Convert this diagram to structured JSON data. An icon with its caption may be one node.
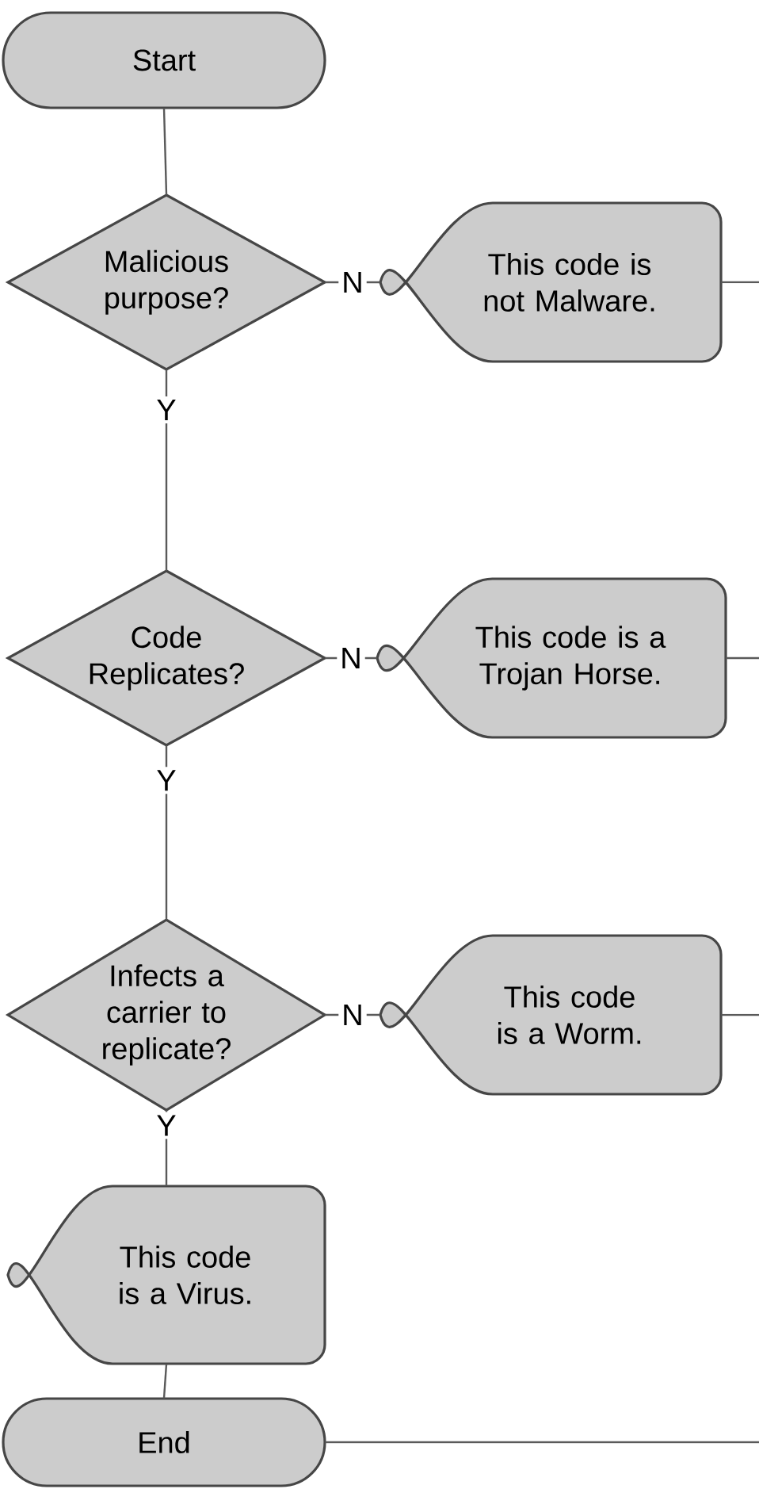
{
  "diagram": {
    "nodes": [
      {
        "text": [
          "Start"
        ]
      },
      {
        "text": [
          "Malicious purpose?"
        ]
      },
      {
        "text": [
          "This code is not Malware."
        ]
      },
      {
        "text": [
          "Code Replicates?"
        ]
      },
      {
        "text": [
          "This code is a Trojan Horse."
        ]
      },
      {
        "text": [
          "Infects a carrier to replicate?"
        ]
      },
      {
        "text": [
          "This code is a Worm."
        ]
      },
      {
        "text": [
          "This code is a Virus."
        ]
      },
      {
        "text": [
          "End"
        ]
      }
    ],
    "edges": [
      {
        "from": 0,
        "to": 1,
        "arrow": "none"
      },
      {
        "from": 1,
        "to": 2,
        "arrow": "none",
        "label": "N"
      },
      {
        "from": 1,
        "to": 3,
        "arrow": "none",
        "label": "Y"
      },
      {
        "from": 3,
        "to": 4,
        "arrow": "none",
        "label": "N"
      },
      {
        "from": 3,
        "to": 5,
        "arrow": "none",
        "label": "Y"
      },
      {
        "from": 5,
        "to": 6,
        "arrow": "none",
        "label": "N"
      },
      {
        "from": 5,
        "to": 7,
        "arrow": "none",
        "label": "Y"
      },
      {
        "from": 7,
        "to": 8,
        "arrow": "none"
      },
      {
        "from": 2,
        "to": null,
        "arrow": "none"
      },
      {
        "from": 4,
        "to": null,
        "arrow": "none"
      },
      {
        "from": 6,
        "to": null,
        "arrow": "none"
      },
      {
        "from": 8,
        "to": null,
        "arrow": "none"
      }
    ]
  }
}
